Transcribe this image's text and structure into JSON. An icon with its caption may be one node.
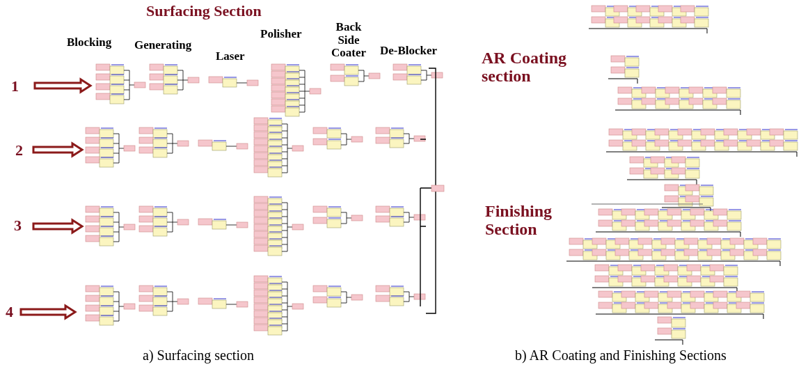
{
  "diagram": {
    "labels": [
      "Surfacing Section",
      "Blocking",
      "Generating",
      "Laser",
      "Polisher",
      "Back Side Coater",
      "De-Blocker",
      "1",
      "2",
      "3",
      "4",
      "AR Coating section",
      "Finishing Section",
      "a) Surfacing section",
      "b) AR Coating and Finishing Sections"
    ]
  }
}
